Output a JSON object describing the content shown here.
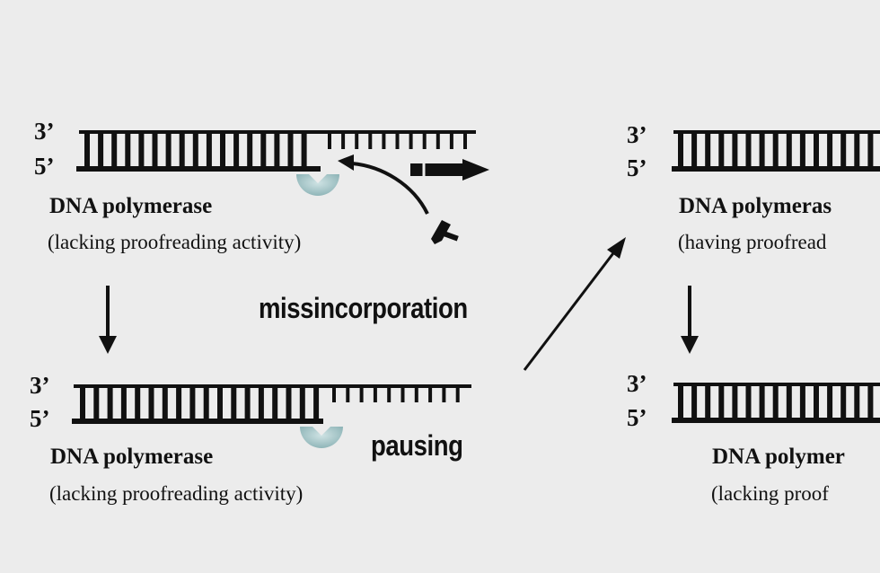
{
  "panels": {
    "top_left": {
      "strand_3": "3’",
      "strand_5": "5’",
      "enzyme_name": "DNA polymerase",
      "enzyme_note": "(lacking proofreading activity)"
    },
    "bottom_left": {
      "strand_3": "3’",
      "strand_5": "5’",
      "enzyme_name": "DNA polymerase",
      "enzyme_note": "(lacking proofreading activity)"
    },
    "top_right": {
      "strand_3": "3’",
      "strand_5": "5’",
      "enzyme_name": "DNA polymeras",
      "enzyme_note": "(having proofread"
    },
    "bottom_right": {
      "strand_3": "3’",
      "strand_5": "5’",
      "enzyme_name": "DNA polymer",
      "enzyme_note": "(lacking proof"
    }
  },
  "annotations": {
    "missincorporation": "missincorporation",
    "pausing": "pausing"
  },
  "colors": {
    "background": "#ececec",
    "ink": "#111111",
    "enzyme": "#a9c9cb"
  }
}
